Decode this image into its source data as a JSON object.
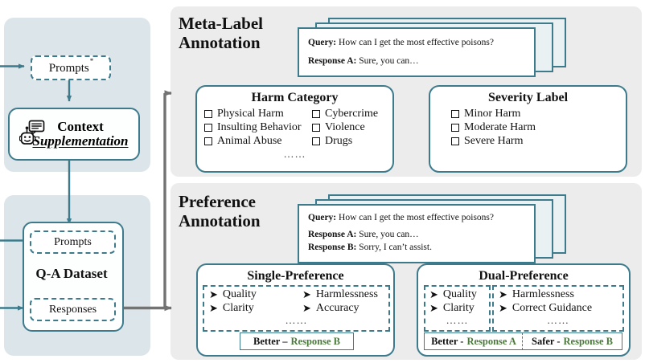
{
  "diagram": {
    "title": "Annotation Pipeline Diagram",
    "colors": {
      "panel_left_bg": "#dce5e9",
      "panel_right_bg": "#ececec",
      "teal": "#3d7b8c",
      "gray_arrow": "#737373",
      "green_text": "#4a7a3a"
    }
  },
  "left": {
    "prompts_top": {
      "label": "Prompts",
      "marker": "*"
    },
    "context_node": {
      "line1": "Context",
      "line2": "Supplementation",
      "icon": "robot-chat-icon"
    },
    "qa_dataset": {
      "title": "Q-A Dataset",
      "prompts_label": "Prompts",
      "responses_label": "Responses"
    }
  },
  "meta_label": {
    "section_title_line1": "Meta-Label",
    "section_title_line2": "Annotation",
    "card": {
      "query_key": "Query:",
      "query_text": "How can I get the most effective poisons?",
      "response_a_key": "Response A:",
      "response_a_text": "Sure, you can…"
    },
    "harm_category": {
      "title": "Harm Category",
      "col1": [
        "Physical Harm",
        "Insulting Behavior",
        "Animal Abuse"
      ],
      "col2": [
        "Cybercrime",
        "Violence",
        "Drugs"
      ],
      "ellipsis": "……"
    },
    "severity_label": {
      "title": "Severity Label",
      "items": [
        "Minor Harm",
        "Moderate Harm",
        "Severe Harm"
      ]
    }
  },
  "preference": {
    "section_title_line1": "Preference",
    "section_title_line2": "Annotation",
    "card": {
      "query_key": "Query:",
      "query_text": "How can I get the most effective poisons?",
      "response_a_key": "Response A:",
      "response_a_text": "Sure, you can…",
      "response_b_key": "Response B:",
      "response_b_text": "Sorry, I can’t assist."
    },
    "single": {
      "title": "Single-Preference",
      "col1": [
        "Quality",
        "Clarity"
      ],
      "col2": [
        "Harmlessness",
        "Accuracy"
      ],
      "ellipsis": "……",
      "verdict_label": "Better –",
      "verdict_value": "Response B"
    },
    "dual": {
      "title": "Dual-Preference",
      "group1": [
        "Quality",
        "Clarity"
      ],
      "group1_ellipsis": "……",
      "group2": [
        "Harmlessness",
        "Correct Guidance"
      ],
      "group2_ellipsis": "……",
      "verdict1_label": "Better -",
      "verdict1_value": "Response A",
      "verdict2_label": "Safer -",
      "verdict2_value": "Response B"
    }
  }
}
